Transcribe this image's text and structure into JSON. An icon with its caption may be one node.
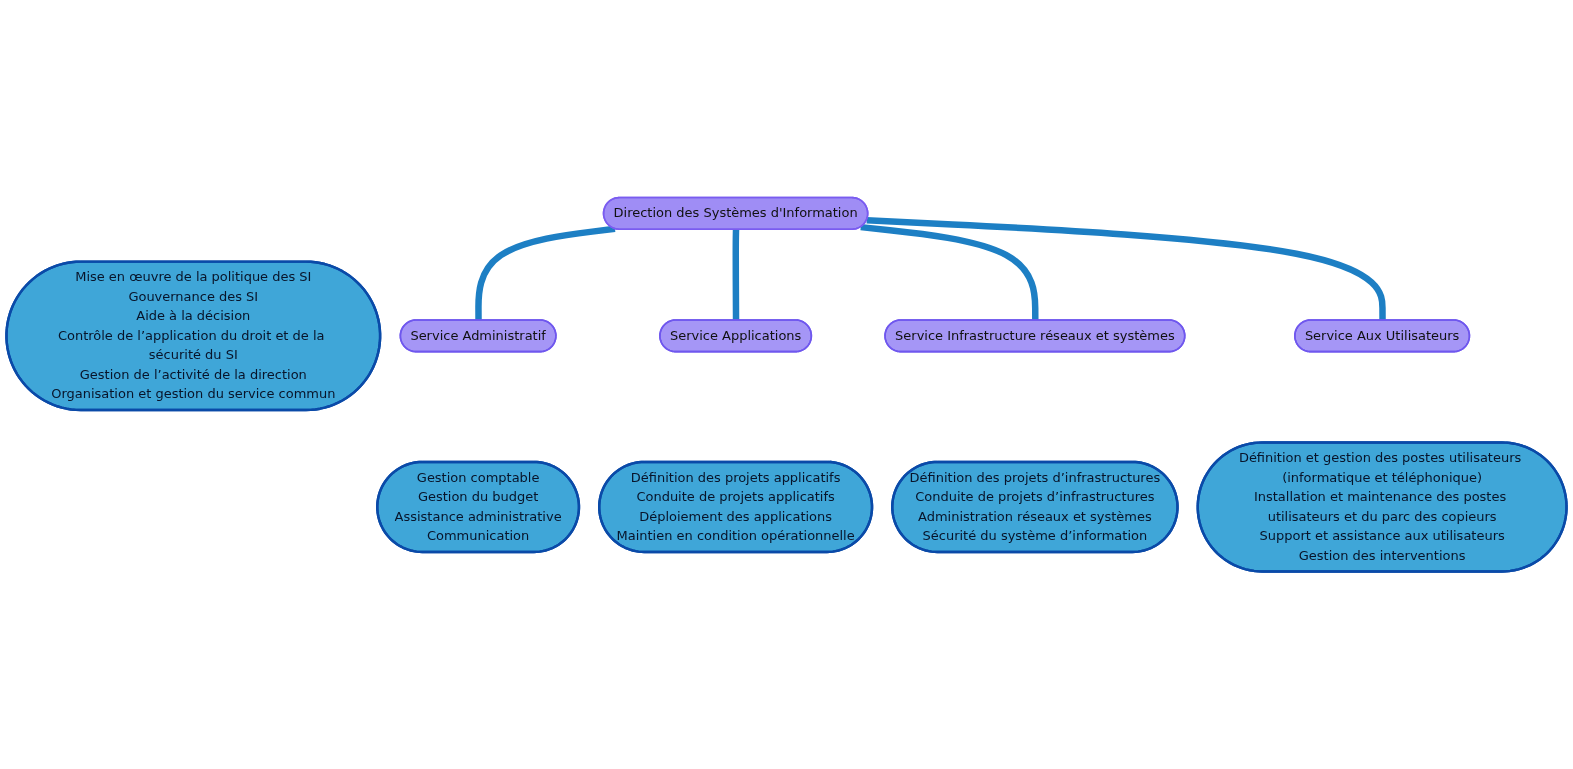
{
  "diagram": {
    "nodes": [
      {
        "text": [
          "Direction des Systèmes d'Information"
        ]
      },
      {
        "text": [
          "Mise en œuvre de la politique des SI",
          "Gouvernance des SI",
          "Aide à la décision",
          "Contrôle de l’application du droit et de la sécurité du SI",
          "Gestion de l’activité de la direction",
          "Organisation et gestion du service commun"
        ]
      },
      {
        "text": [
          "Service Administratif"
        ]
      },
      {
        "text": [
          "Gestion comptable",
          "Gestion du budget",
          "Assistance administrative",
          "Communication"
        ]
      },
      {
        "text": [
          "Service Applications"
        ]
      },
      {
        "text": [
          "Définition des projets applicatifs",
          "Conduite de projets applicatifs",
          "Déploiement des applications",
          "Maintien en condition opérationnelle"
        ]
      },
      {
        "text": [
          "Service Infrastructure réseaux et systèmes"
        ]
      },
      {
        "text": [
          "Définition des projets d’infrastructures",
          "Conduite de projets d’infrastructures",
          "Administration réseaux et systèmes",
          "Sécurité du système d’information"
        ]
      },
      {
        "text": [
          "Service Aux Utilisateurs"
        ]
      },
      {
        "text": [
          "Définition et gestion des postes utilisateurs (informatique et téléphonique)",
          "Installation et maintenance des postes utilisateurs et du parc des copieurs",
          "Support et assistance aux utilisateurs",
          "Gestion des interventions"
        ]
      }
    ],
    "edges": [
      {
        "from": 0,
        "to": 2,
        "arrow": "none"
      },
      {
        "from": 0,
        "to": 4,
        "arrow": "none"
      },
      {
        "from": 0,
        "to": 6,
        "arrow": "none"
      },
      {
        "from": 0,
        "to": 8,
        "arrow": "none"
      }
    ]
  }
}
